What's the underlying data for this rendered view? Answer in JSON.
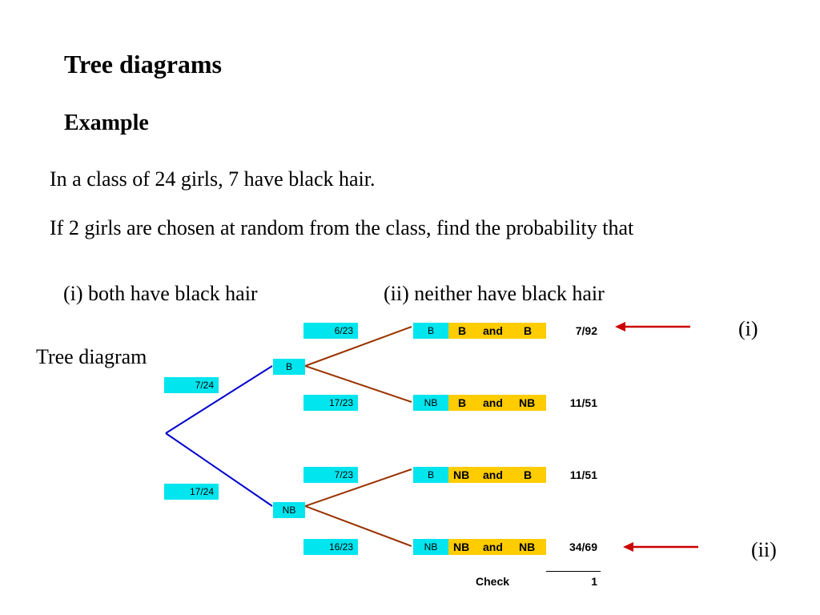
{
  "title": "Tree diagrams",
  "subtitle": "Example",
  "text": {
    "line1": "In a class of 24 girls, 7 have black hair.",
    "line2": "If 2 girls are chosen at random from the class, find the probability that",
    "part_i": "(i) both have black hair",
    "part_ii": "(ii) neither have black hair",
    "side_label": "Tree diagram",
    "tag_i": "(i)",
    "tag_ii": "(ii)"
  },
  "tree": {
    "first": {
      "b_prob": "7/24",
      "nb_prob": "17/24",
      "b_node": "B",
      "nb_node": "NB"
    },
    "second": [
      {
        "prob": "6/23",
        "node": "B",
        "outcome": [
          "B",
          "and",
          "B"
        ],
        "result": "7/92"
      },
      {
        "prob": "17/23",
        "node": "NB",
        "outcome": [
          "B",
          "and",
          "NB"
        ],
        "result": "11/51"
      },
      {
        "prob": "7/23",
        "node": "B",
        "outcome": [
          "NB",
          "and",
          "B"
        ],
        "result": "11/51"
      },
      {
        "prob": "16/23",
        "node": "NB",
        "outcome": [
          "NB",
          "and",
          "NB"
        ],
        "result": "34/69"
      }
    ]
  },
  "check": {
    "label": "Check",
    "value": "1"
  },
  "colors": {
    "first_branch": "#0000cc",
    "second_branch": "#993300",
    "arrow": "#cc0000",
    "box": "#00e5ee",
    "outcome": "#ffcc00"
  }
}
